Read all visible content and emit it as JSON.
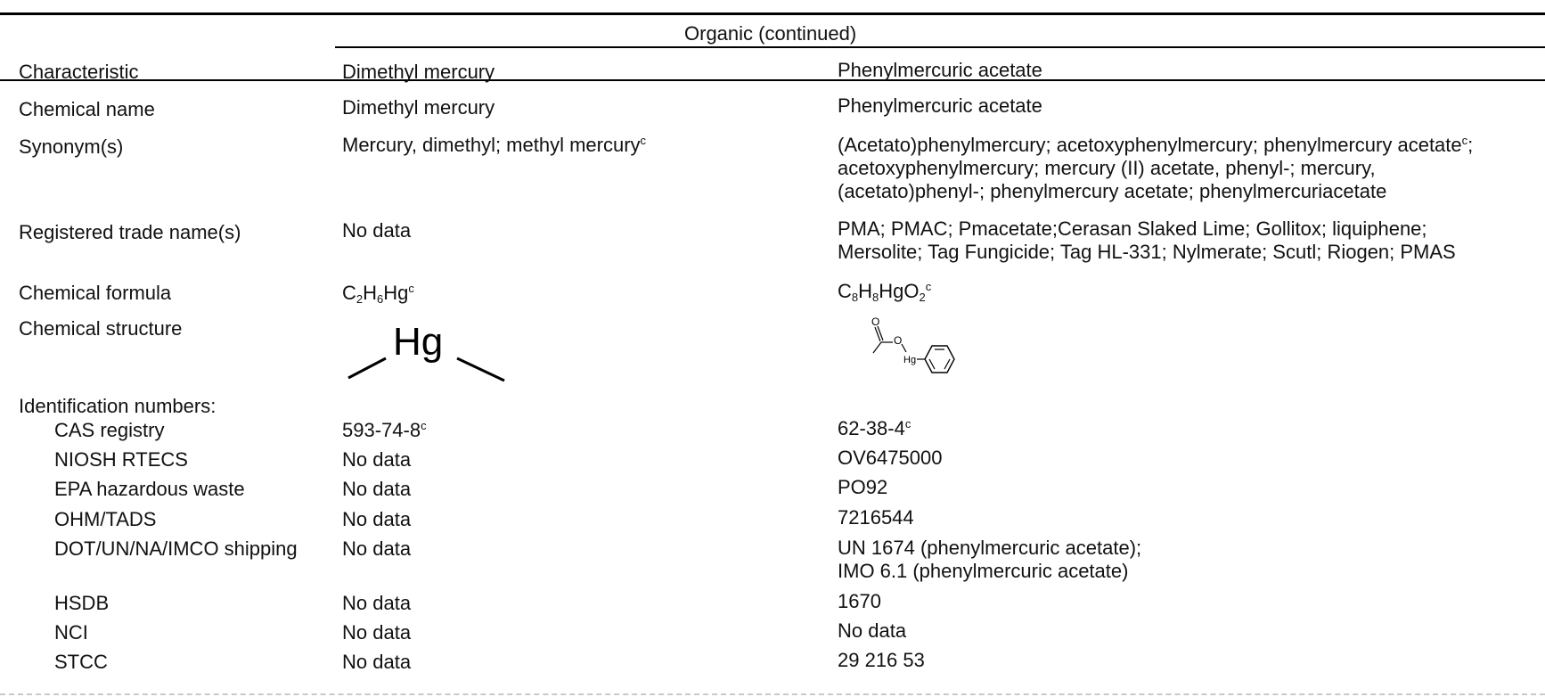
{
  "table": {
    "group_header": "Organic (continued)",
    "columns": [
      "Characteristic",
      "Dimethyl mercury",
      "Phenylmercuric acetate"
    ],
    "rows": {
      "chemical_name": {
        "label": "Chemical name",
        "c1": "Dimethyl mercury",
        "c2": "Phenylmercuric acetate"
      },
      "synonyms": {
        "label": "Synonym(s)",
        "c1": "Mercury, dimethyl; methyl mercury",
        "c1_sup": "c",
        "c2_line1": "(Acetato)phenylmercury; acetoxyphenylmercury; phenylmercury acetate",
        "c2_line1_sup": "c",
        "c2_line1_tail": ";",
        "c2_line2": "acetoxyphenylmercury; mercury (II) acetate, phenyl-; mercury,",
        "c2_line3": "(acetato)phenyl-; phenylmercury acetate; phenylmercuriacetate"
      },
      "trade_names": {
        "label": "Registered trade name(s)",
        "c1": "No data",
        "c2_line1": "PMA; PMAC; Pmacetate;Cerasan Slaked Lime; Gollitox; liquiphene;",
        "c2_line2": "Mersolite; Tag Fungicide; Tag HL-331; Nylmerate; Scutl; Riogen; PMAS"
      },
      "formula": {
        "label": "Chemical formula",
        "c1": {
          "C": "C",
          "c_sub": "2",
          "H": "H",
          "h_sub": "6",
          "rest": "Hg",
          "sup": "c"
        },
        "c2": {
          "C": "C",
          "c_sub": "8",
          "H": "H",
          "h_sub": "8",
          "mid": "HgO",
          "o_sub": "2",
          "sup": "c"
        }
      },
      "structure": {
        "label": "Chemical structure",
        "c1_atom": "Hg",
        "c2_atoms": {
          "o1": "O",
          "o2": "O",
          "hg": "Hg"
        }
      },
      "id_header": "Identification numbers:",
      "ids": [
        {
          "label": "CAS registry",
          "c1": "593-74-8",
          "c1_sup": "c",
          "c2": "62-38-4",
          "c2_sup": "c"
        },
        {
          "label": "NIOSH RTECS",
          "c1": "No data",
          "c2": "OV6475000"
        },
        {
          "label": "EPA hazardous waste",
          "c1": "No data",
          "c2": "PO92"
        },
        {
          "label": "OHM/TADS",
          "c1": "No data",
          "c2": "7216544"
        },
        {
          "label": "DOT/UN/NA/IMCO shipping",
          "c1": "No data",
          "c2_line1": "UN 1674 (phenylmercuric acetate);",
          "c2_line2": "IMO 6.1 (phenylmercuric acetate)"
        },
        {
          "label": "HSDB",
          "c1": "No data",
          "c2": "1670"
        },
        {
          "label": "NCI",
          "c1": "No data",
          "c2": "No data"
        },
        {
          "label": "STCC",
          "c1": "No data",
          "c2": "29 216 53"
        }
      ]
    }
  }
}
